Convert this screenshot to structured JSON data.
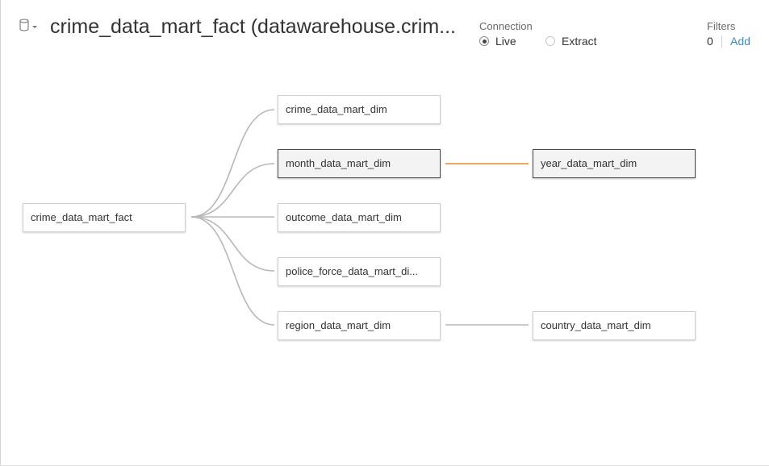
{
  "header": {
    "title": "crime_data_mart_fact (datawarehouse.crim...",
    "datasource_icon": "database-icon"
  },
  "connection": {
    "label": "Connection",
    "options": [
      {
        "label": "Live",
        "selected": true
      },
      {
        "label": "Extract",
        "selected": false
      }
    ]
  },
  "filters": {
    "label": "Filters",
    "count": "0",
    "add_label": "Add"
  },
  "colors": {
    "accent_link": "#3f8dbb",
    "highlight_join": "#e8892f",
    "join_line": "#b8b8b8"
  },
  "tables": {
    "fact": "crime_data_mart_fact",
    "crime": "crime_data_mart_dim",
    "month": "month_data_mart_dim",
    "outcome": "outcome_data_mart_dim",
    "police_force": "police_force_data_mart_di...",
    "region": "region_data_mart_dim",
    "year": "year_data_mart_dim",
    "country": "country_data_mart_dim"
  }
}
